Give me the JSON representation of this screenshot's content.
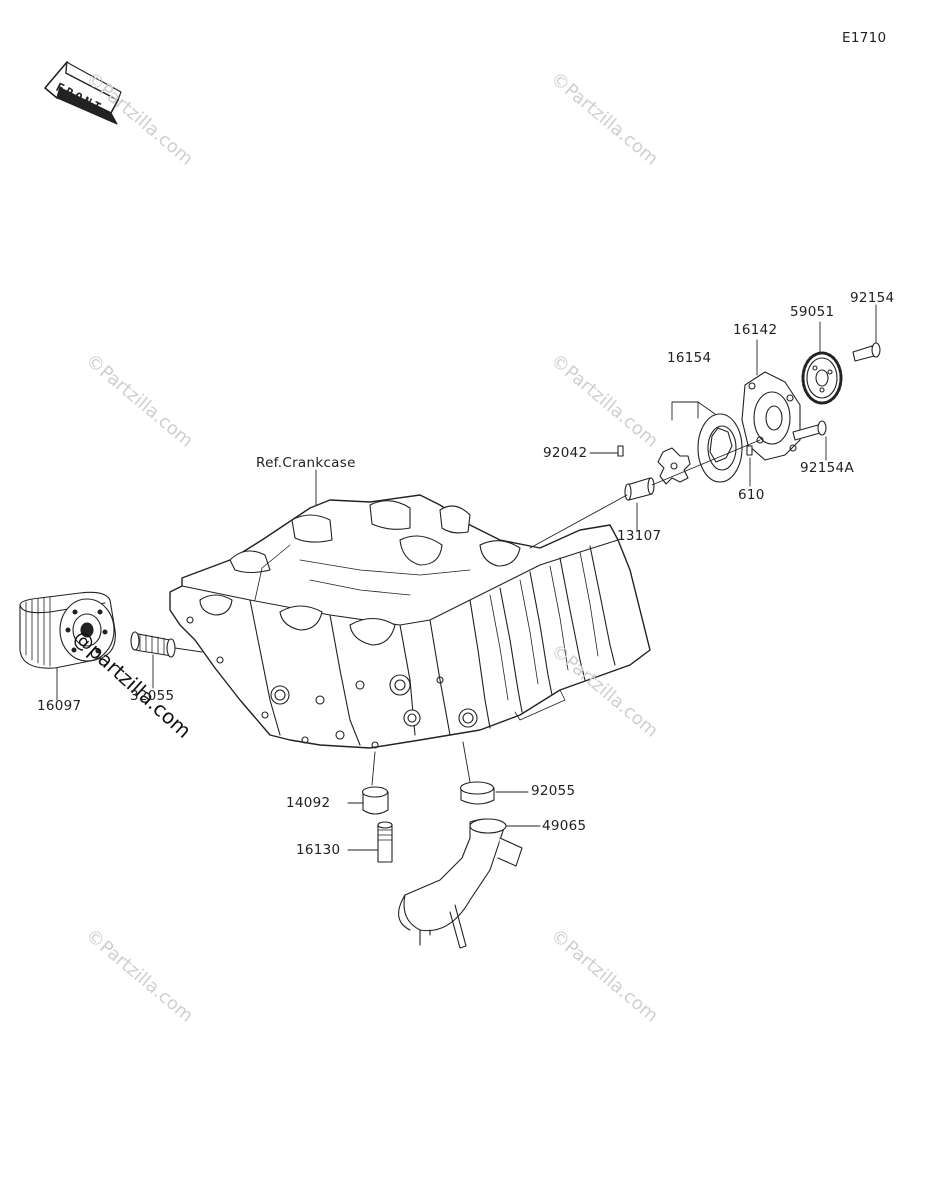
{
  "diagram_code": "E1710",
  "front_label": "FRONT",
  "ref_label": "Ref.Crankcase",
  "watermark": "©Partzilla.com",
  "watermark_dark": "@partzilla.com",
  "parts": {
    "p16097": "16097",
    "p32055": "32055",
    "p14092": "14092",
    "p16130": "16130",
    "p92055": "92055",
    "p49065": "49065",
    "p92042": "92042",
    "p13107": "13107",
    "p16154": "16154",
    "p16142": "16142",
    "p59051": "59051",
    "p92154": "92154",
    "p92154A": "92154A",
    "p610": "610"
  },
  "colors": {
    "line": "#222222",
    "watermark": "#cfcfcf"
  }
}
